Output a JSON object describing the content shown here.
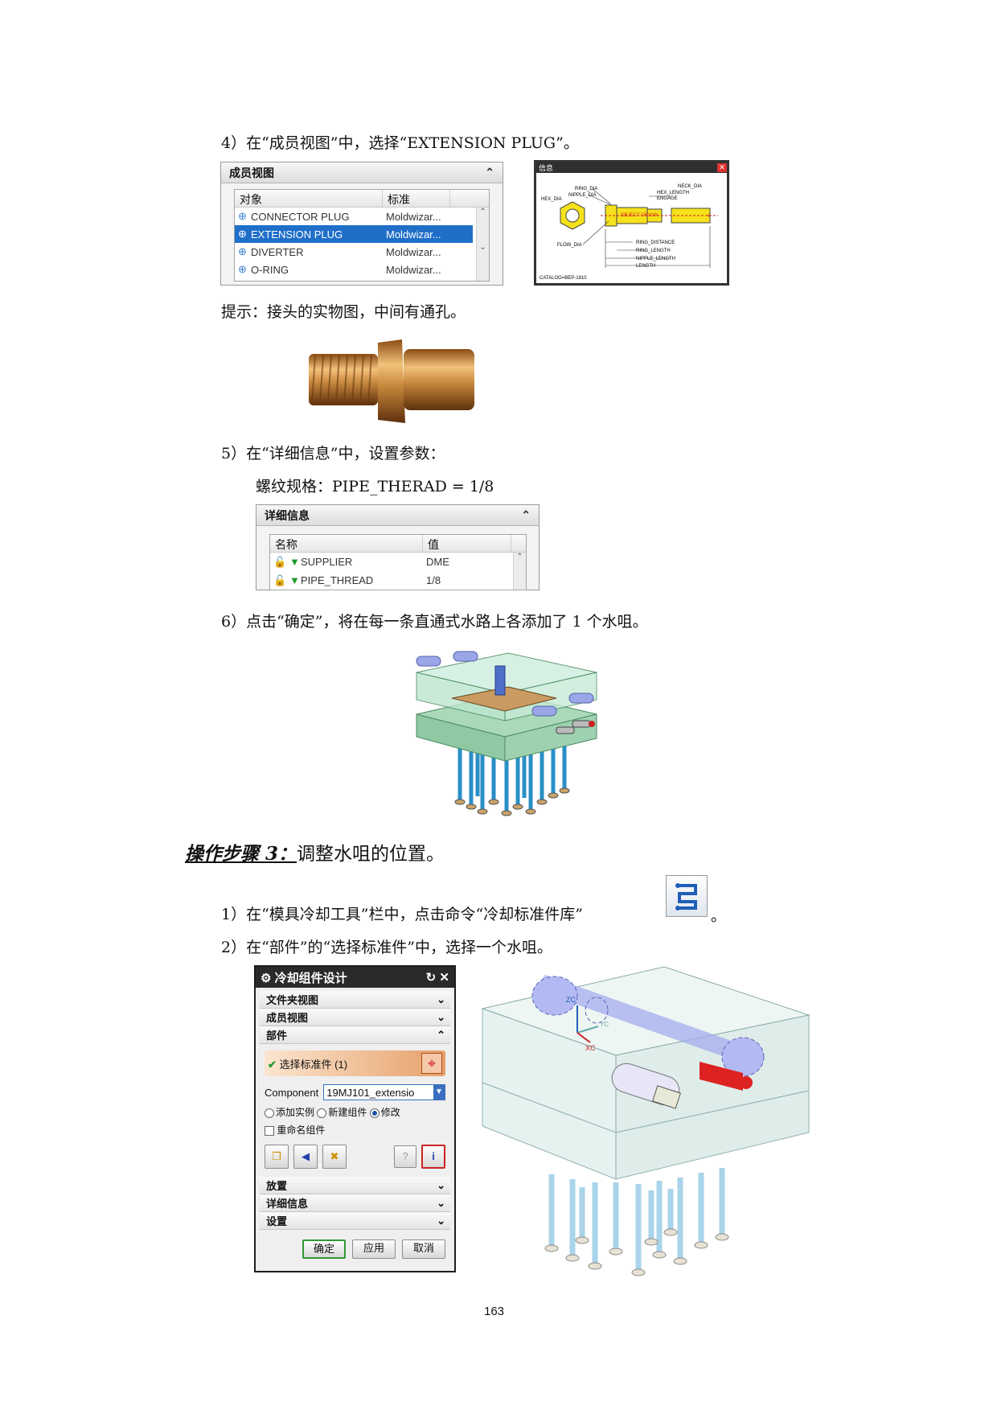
{
  "step4": {
    "text": "4）在“成员视图”中，选择“EXTENSION PLUG”。"
  },
  "member_panel": {
    "title": "成员视图",
    "col_object": "对象",
    "col_standard": "标准",
    "rows": [
      {
        "name": "CONNECTOR PLUG",
        "std": "Moldwizar..."
      },
      {
        "name": "EXTENSION PLUG",
        "std": "Moldwizar..."
      },
      {
        "name": "DIVERTER",
        "std": "Moldwizar..."
      },
      {
        "name": "O-RING",
        "std": "Moldwizar..."
      }
    ]
  },
  "info_window": {
    "title": "信息",
    "labels": {
      "ring_dia": "RING_DIA",
      "nipple_dia": "NIPPLE_DIA",
      "hex_dia": "HEX_DIA",
      "neck_dia": "NECK_DIA",
      "hex_length": "HEX_LENGTH",
      "engage": "ENGAGE",
      "object_origin": "OBJECT ORIGIN",
      "flow_dia": "FLOW_DIA",
      "ring_distance": "RING_DISTANCE",
      "ring_length": "RING_LENGTH",
      "nipple_length": "NIPPLE_LENGTH",
      "length": "LENGTH"
    },
    "catalog": "CATALOG=BEP-1810"
  },
  "hint": {
    "text": "提示：接头的实物图，中间有通孔。"
  },
  "step5": {
    "text": "5）在“详细信息”中，设置参数：",
    "thread": "螺纹规格：PIPE_THERAD = 1/8"
  },
  "detail_panel": {
    "title": "详细信息",
    "col_name": "名称",
    "col_value": "值",
    "rows": [
      {
        "name": "SUPPLIER",
        "value": "DME"
      },
      {
        "name": "PIPE_THREAD",
        "value": "1/8"
      }
    ]
  },
  "step6": {
    "text": "6）点击“确定”，将在每一条直通式水路上各添加了 1 个水咀。"
  },
  "heading3": {
    "bold": "操作步骤 3：",
    "rest": "调整水咀的位置。"
  },
  "sub1": {
    "text": "1）在“模具冷却工具”栏中，点击命令“冷却标准件库”",
    "end": "。"
  },
  "sub2": {
    "text": "2）在“部件”的“选择标准件”中，选择一个水咀。"
  },
  "cool_dialog": {
    "title": "冷却组件设计",
    "sections": [
      "文件夹视图",
      "成员视图",
      "部件"
    ],
    "select_std": "选择标准件 (1)",
    "component_label": "Component",
    "component_value": "19MJ101_extensio",
    "radios": [
      "添加实例",
      "新建组件",
      "修改"
    ],
    "rename": "重命名组件",
    "lower_sections": [
      "放置",
      "详细信息",
      "设置"
    ],
    "ok": "确定",
    "apply": "应用",
    "cancel": "取消"
  },
  "axes": {
    "zc": "ZC",
    "yc": "YC",
    "xc": "XC"
  },
  "colors": {
    "selection": "#1f6fc9",
    "brass": "#c8893d",
    "mold_green": "#bfe3cf",
    "pin_blue": "#2a8fc7"
  },
  "page_number": "163"
}
